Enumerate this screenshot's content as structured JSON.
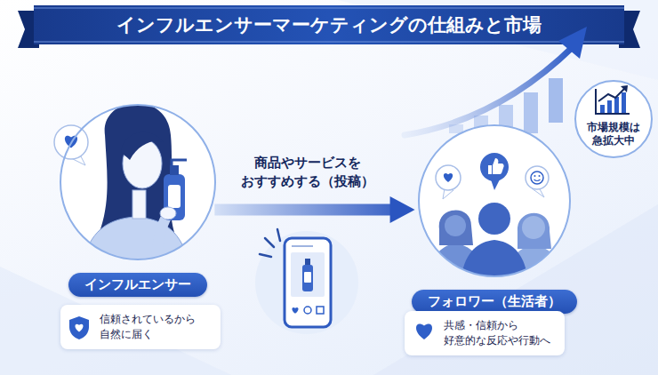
{
  "diagram": {
    "title": "インフルエンサーマーケティングの仕組みと市場",
    "nodes": [
      {
        "text": [
          "インフルエンサー"
        ]
      },
      {
        "text": [
          "信頼されているから 自然に届く"
        ]
      },
      {
        "text": [
          "フォロワー（生活者）"
        ]
      },
      {
        "text": [
          "共感・信頼から 好意的な反応や行動へ"
        ]
      },
      {
        "text": [
          "市場規模は 急拡大中"
        ]
      }
    ],
    "edges": [
      {
        "from": 0,
        "to": 2,
        "arrow": "to",
        "label": "商品やサービスを おすすめする（投稿）"
      }
    ]
  }
}
